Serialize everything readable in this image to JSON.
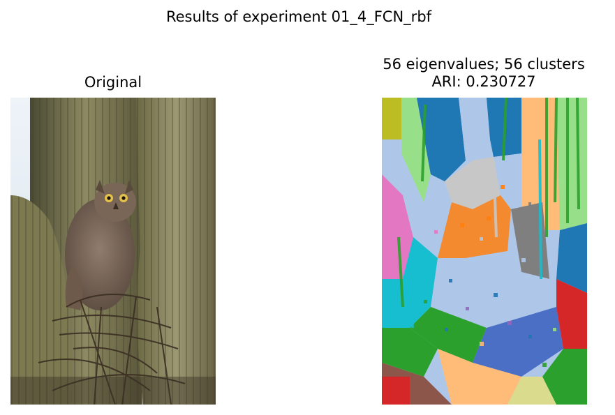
{
  "figure": {
    "suptitle": "Results of experiment 01_4_FCN_rbf"
  },
  "panels": [
    {
      "id": "original",
      "title_lines": [
        "Original"
      ],
      "image": "photo of a great horned owl perched on a nest among saguaro cactus stems"
    },
    {
      "id": "segmentation",
      "title_lines": [
        "56 eigenvalues; 56 clusters",
        "ARI: 0.230727"
      ],
      "image": "pixel-wise cluster label map",
      "eigenvalues": 56,
      "clusters": 56,
      "ari": 0.230727
    }
  ],
  "colors": {
    "background": "#ffffff",
    "tab10_blue": "#1f77b4",
    "tab10_orange": "#ff7f0e",
    "tab10_green": "#2ca02c",
    "tab10_red": "#d62728",
    "tab10_brown": "#8c564b",
    "tab10_pink": "#e377c2",
    "tab10_gray": "#7f7f7f",
    "tab10_olive": "#bcbd22",
    "tab10_cyan": "#17becf",
    "light_blue": "#aec7e8",
    "light_orange": "#ffbb78",
    "light_green": "#98df8a",
    "light_gray": "#c7c7c7",
    "light_olive": "#dbdb8d"
  }
}
